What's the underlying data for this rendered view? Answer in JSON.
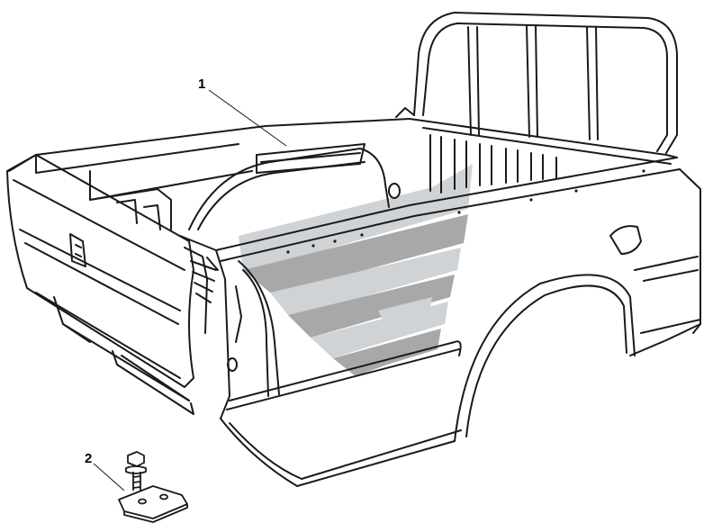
{
  "diagram": {
    "parts": [
      {
        "number": "1",
        "name": "pickup-bed-body"
      },
      {
        "number": "2",
        "name": "bolt-with-plate"
      }
    ],
    "colors": {
      "line": "#1a1a1a",
      "watermark_dark": "#9a9a9a",
      "watermark_light": "#c8ccd0"
    }
  }
}
